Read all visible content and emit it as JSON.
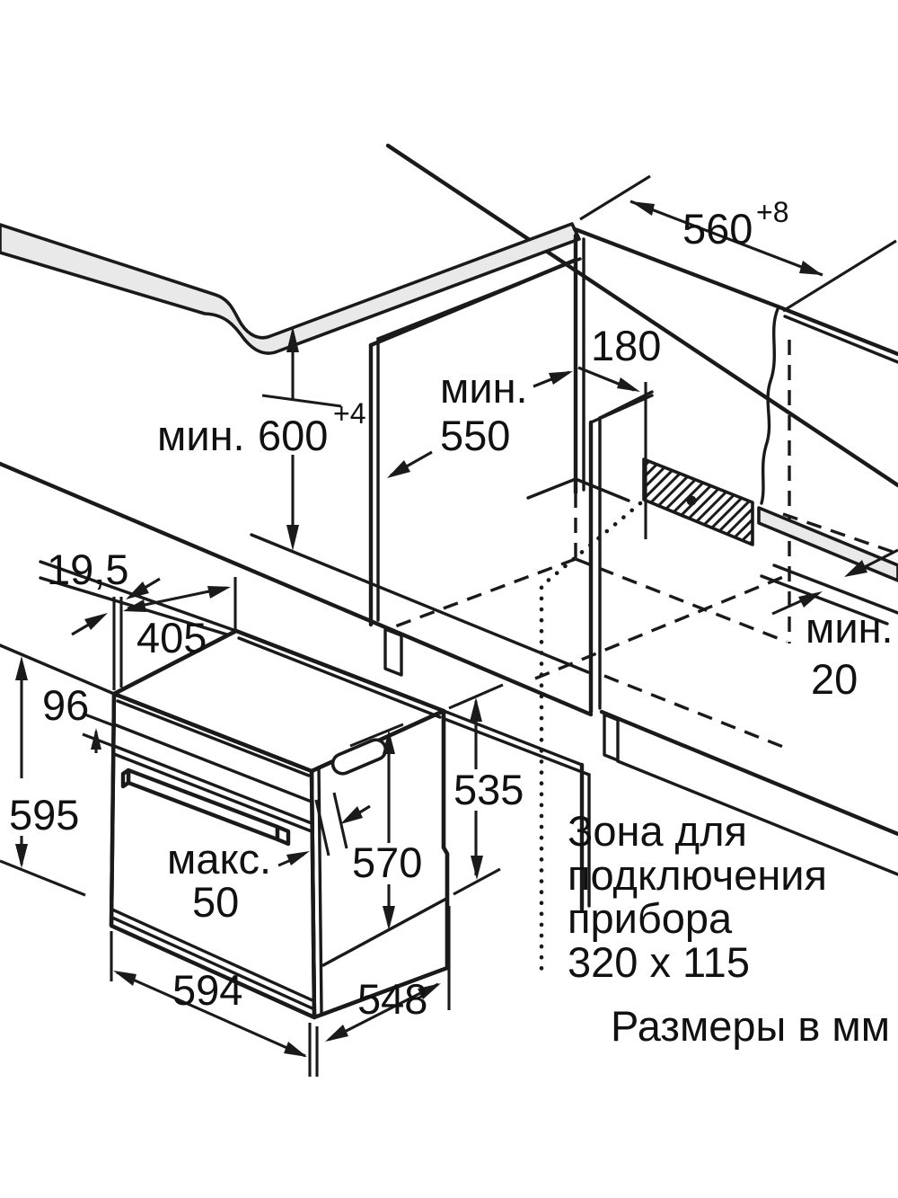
{
  "page": {
    "units_note": "Размеры в мм"
  },
  "connection_zone": {
    "line1": "Зона для",
    "line2": "подключения",
    "line3": "прибора",
    "line4": "320 x 115"
  },
  "dims": {
    "niche_width": {
      "value": "560",
      "tol": "+8"
    },
    "niche_height": {
      "min": "мин.",
      "value": "600",
      "tol": "+4"
    },
    "niche_depth": {
      "min": "мин.",
      "value": "550"
    },
    "zone_offset": {
      "value": "180"
    },
    "rear_gap": {
      "min": "мин.",
      "value": "20"
    },
    "frame_lip": {
      "value": "19,5"
    },
    "top_depth": {
      "value": "405"
    },
    "panel_height": {
      "value": "96"
    },
    "front_height": {
      "value": "595"
    },
    "handle_depth": {
      "max": "макс.",
      "value": "50"
    },
    "door_height": {
      "value": "570"
    },
    "rear_height": {
      "value": "535"
    },
    "width": {
      "value": "594"
    },
    "body_depth": {
      "value": "548"
    }
  }
}
